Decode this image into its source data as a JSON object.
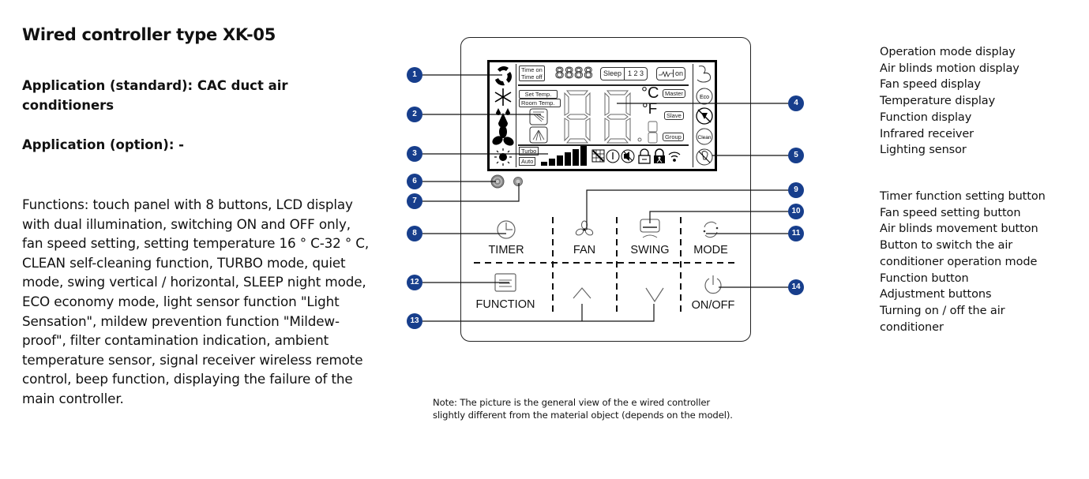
{
  "title": "Wired controller type XK-05",
  "application_standard": "Application (standard): CAC duct air conditioners",
  "application_option": "Application (option): -",
  "functions": "Functions: touch panel with 8 buttons, LCD display with dual illumination, switching ON and OFF only, fan speed setting, setting temperature 16 ° C-32 ° C, CLEAN self-cleaning function, TURBO mode, quiet mode, swing vertical / horizontal, SLEEP night mode, ECO economy mode, light sensor function \"Light Sensation\", mildew prevention function \"Mildew-proof\", filter contamination indication, ambient temperature sensor, signal receiver wireless remote control, beep function, displaying the failure of the main controller.",
  "legend_display": [
    "Operation mode display",
    "Air blinds motion display",
    "Fan speed display",
    "Temperature display",
    "Function display",
    "Infrared receiver",
    "Lighting sensor"
  ],
  "legend_buttons": [
    "Timer function setting button",
    "Fan speed setting button",
    "Air blinds movement button",
    "Button to switch the air",
    "conditioner operation mode",
    "Function button",
    "Adjustment buttons",
    "Turning on / off the air",
    "conditioner"
  ],
  "note": {
    "line1": "Note: The picture is the general view of the e wired controller",
    "line2": "slightly different from the material object (depends on the model)."
  },
  "badges": [
    "1",
    "2",
    "3",
    "4",
    "5",
    "6",
    "7",
    "8",
    "9",
    "10",
    "11",
    "12",
    "13",
    "14"
  ],
  "badge_color": "#173e8c",
  "lcd": {
    "time_on": "Time on",
    "time_off": "Time off",
    "clock_digits": "8888",
    "sleep": "Sleep",
    "sleep_levels": "1 2 3",
    "wave_on": "on",
    "set_temp": "Set Temp.",
    "room_temp": "Room Temp.",
    "celsius": "°C",
    "fahrenheit": "°F",
    "master": "Master",
    "slave": "Slave",
    "group": "Group",
    "turbo": "Turbo",
    "auto": "Auto",
    "eco": "Eco",
    "clean": "Clean",
    "fan_speed_levels": 6
  },
  "buttons": {
    "timer": "TIMER",
    "fan": "FAN",
    "swing": "SWING",
    "mode": "MODE",
    "function": "FUNCTION",
    "onoff": "ON/OFF"
  }
}
